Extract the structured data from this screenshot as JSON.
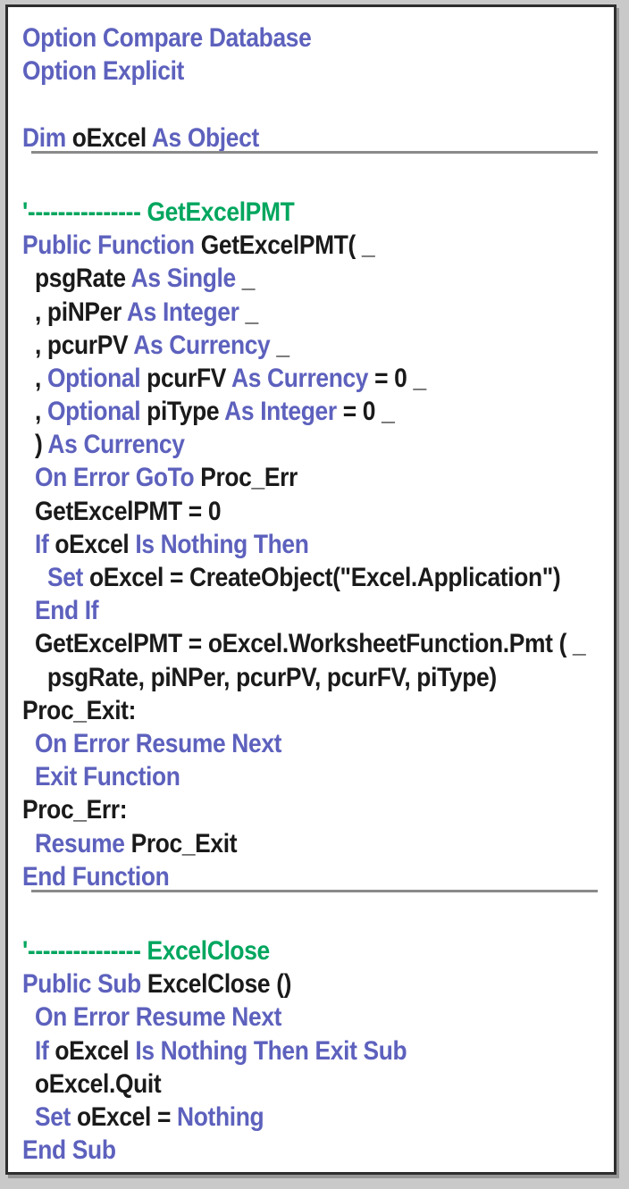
{
  "panel": {
    "title": "VBA code listing",
    "language": "VBA",
    "colors": {
      "keyword": "#5d61bd",
      "comment": "#00a65e",
      "identifier": "#1a1a1a",
      "background": "#ffffff",
      "border": "#2e2e2e",
      "rule": "#8a8a8a"
    }
  },
  "code": {
    "lines": [
      {
        "id": "l01",
        "segments": [
          {
            "t": "Option Compare Database",
            "c": "kw"
          }
        ]
      },
      {
        "id": "l02",
        "segments": [
          {
            "t": "Option Explicit",
            "c": "kw"
          }
        ]
      },
      {
        "id": "l03",
        "segments": [
          {
            "t": "",
            "c": "id"
          }
        ]
      },
      {
        "id": "l04",
        "segments": [
          {
            "t": "Dim ",
            "c": "kw"
          },
          {
            "t": "oExcel ",
            "c": "id"
          },
          {
            "t": "As Object",
            "c": "kw"
          }
        ]
      },
      {
        "id": "rule1",
        "rule": true
      },
      {
        "id": "l05",
        "segments": [
          {
            "t": "",
            "c": "id"
          }
        ]
      },
      {
        "id": "l06",
        "segments": [
          {
            "t": "'--------------- GetExcelPMT",
            "c": "cm"
          }
        ]
      },
      {
        "id": "l07",
        "segments": [
          {
            "t": "Public Function ",
            "c": "kw"
          },
          {
            "t": "GetExcelPMT( _",
            "c": "id"
          }
        ]
      },
      {
        "id": "l08",
        "segments": [
          {
            "t": "  psgRate ",
            "c": "id"
          },
          {
            "t": "As Single ",
            "c": "kw"
          },
          {
            "t": "_",
            "c": "id"
          }
        ]
      },
      {
        "id": "l09",
        "segments": [
          {
            "t": "  , piNPer ",
            "c": "id"
          },
          {
            "t": "As Integer ",
            "c": "kw"
          },
          {
            "t": "_",
            "c": "id"
          }
        ]
      },
      {
        "id": "l10",
        "segments": [
          {
            "t": "  , pcurPV ",
            "c": "id"
          },
          {
            "t": "As Currency ",
            "c": "kw"
          },
          {
            "t": "_",
            "c": "id"
          }
        ]
      },
      {
        "id": "l11",
        "segments": [
          {
            "t": "  , ",
            "c": "id"
          },
          {
            "t": "Optional ",
            "c": "kw"
          },
          {
            "t": "pcurFV ",
            "c": "id"
          },
          {
            "t": "As Currency ",
            "c": "kw"
          },
          {
            "t": "= 0 _",
            "c": "id"
          }
        ]
      },
      {
        "id": "l12",
        "segments": [
          {
            "t": "  , ",
            "c": "id"
          },
          {
            "t": "Optional ",
            "c": "kw"
          },
          {
            "t": "piType ",
            "c": "id"
          },
          {
            "t": "As Integer ",
            "c": "kw"
          },
          {
            "t": "= 0 _",
            "c": "id"
          }
        ]
      },
      {
        "id": "l13",
        "segments": [
          {
            "t": "  ) ",
            "c": "id"
          },
          {
            "t": "As Currency",
            "c": "kw"
          }
        ]
      },
      {
        "id": "l14",
        "segments": [
          {
            "t": "  ",
            "c": "id"
          },
          {
            "t": "On Error GoTo ",
            "c": "kw"
          },
          {
            "t": "Proc_Err",
            "c": "id"
          }
        ]
      },
      {
        "id": "l15",
        "segments": [
          {
            "t": "  GetExcelPMT = 0",
            "c": "id"
          }
        ]
      },
      {
        "id": "l16",
        "segments": [
          {
            "t": "  ",
            "c": "id"
          },
          {
            "t": "If ",
            "c": "kw"
          },
          {
            "t": "oExcel ",
            "c": "id"
          },
          {
            "t": "Is Nothing Then",
            "c": "kw"
          }
        ]
      },
      {
        "id": "l17",
        "segments": [
          {
            "t": "    ",
            "c": "id"
          },
          {
            "t": "Set ",
            "c": "kw"
          },
          {
            "t": "oExcel = CreateObject(\"Excel.Application\")",
            "c": "id"
          }
        ]
      },
      {
        "id": "l18",
        "segments": [
          {
            "t": "  ",
            "c": "id"
          },
          {
            "t": "End If",
            "c": "kw"
          }
        ]
      },
      {
        "id": "l19",
        "segments": [
          {
            "t": "  GetExcelPMT = oExcel.WorksheetFunction.Pmt ( _",
            "c": "id"
          }
        ]
      },
      {
        "id": "l20",
        "segments": [
          {
            "t": "    psgRate, piNPer, pcurPV, pcurFV, piType)",
            "c": "id"
          }
        ]
      },
      {
        "id": "l21",
        "segments": [
          {
            "t": "Proc_Exit:",
            "c": "id"
          }
        ]
      },
      {
        "id": "l22",
        "segments": [
          {
            "t": "  ",
            "c": "id"
          },
          {
            "t": "On Error Resume Next",
            "c": "kw"
          }
        ]
      },
      {
        "id": "l23",
        "segments": [
          {
            "t": "  ",
            "c": "id"
          },
          {
            "t": "Exit Function",
            "c": "kw"
          }
        ]
      },
      {
        "id": "l24",
        "segments": [
          {
            "t": "Proc_Err:",
            "c": "id"
          }
        ]
      },
      {
        "id": "l25",
        "segments": [
          {
            "t": "  ",
            "c": "id"
          },
          {
            "t": "Resume ",
            "c": "kw"
          },
          {
            "t": "Proc_Exit",
            "c": "id"
          }
        ]
      },
      {
        "id": "l26",
        "segments": [
          {
            "t": "End Function",
            "c": "kw"
          }
        ]
      },
      {
        "id": "rule2",
        "rule": true
      },
      {
        "id": "l27",
        "segments": [
          {
            "t": "",
            "c": "id"
          }
        ]
      },
      {
        "id": "l28",
        "segments": [
          {
            "t": "'--------------- ExcelClose",
            "c": "cm"
          }
        ]
      },
      {
        "id": "l29",
        "segments": [
          {
            "t": "Public Sub ",
            "c": "kw"
          },
          {
            "t": "ExcelClose ()",
            "c": "id"
          }
        ]
      },
      {
        "id": "l30",
        "segments": [
          {
            "t": "  ",
            "c": "id"
          },
          {
            "t": "On Error Resume Next",
            "c": "kw"
          }
        ]
      },
      {
        "id": "l31",
        "segments": [
          {
            "t": "  ",
            "c": "id"
          },
          {
            "t": "If ",
            "c": "kw"
          },
          {
            "t": "oExcel ",
            "c": "id"
          },
          {
            "t": "Is Nothing Then Exit Sub",
            "c": "kw"
          }
        ]
      },
      {
        "id": "l32",
        "segments": [
          {
            "t": "  oExcel.Quit",
            "c": "id"
          }
        ]
      },
      {
        "id": "l33",
        "segments": [
          {
            "t": "  ",
            "c": "id"
          },
          {
            "t": "Set ",
            "c": "kw"
          },
          {
            "t": "oExcel = ",
            "c": "id"
          },
          {
            "t": "Nothing",
            "c": "kw"
          }
        ]
      },
      {
        "id": "l34",
        "segments": [
          {
            "t": "End Sub",
            "c": "kw"
          }
        ]
      }
    ]
  }
}
